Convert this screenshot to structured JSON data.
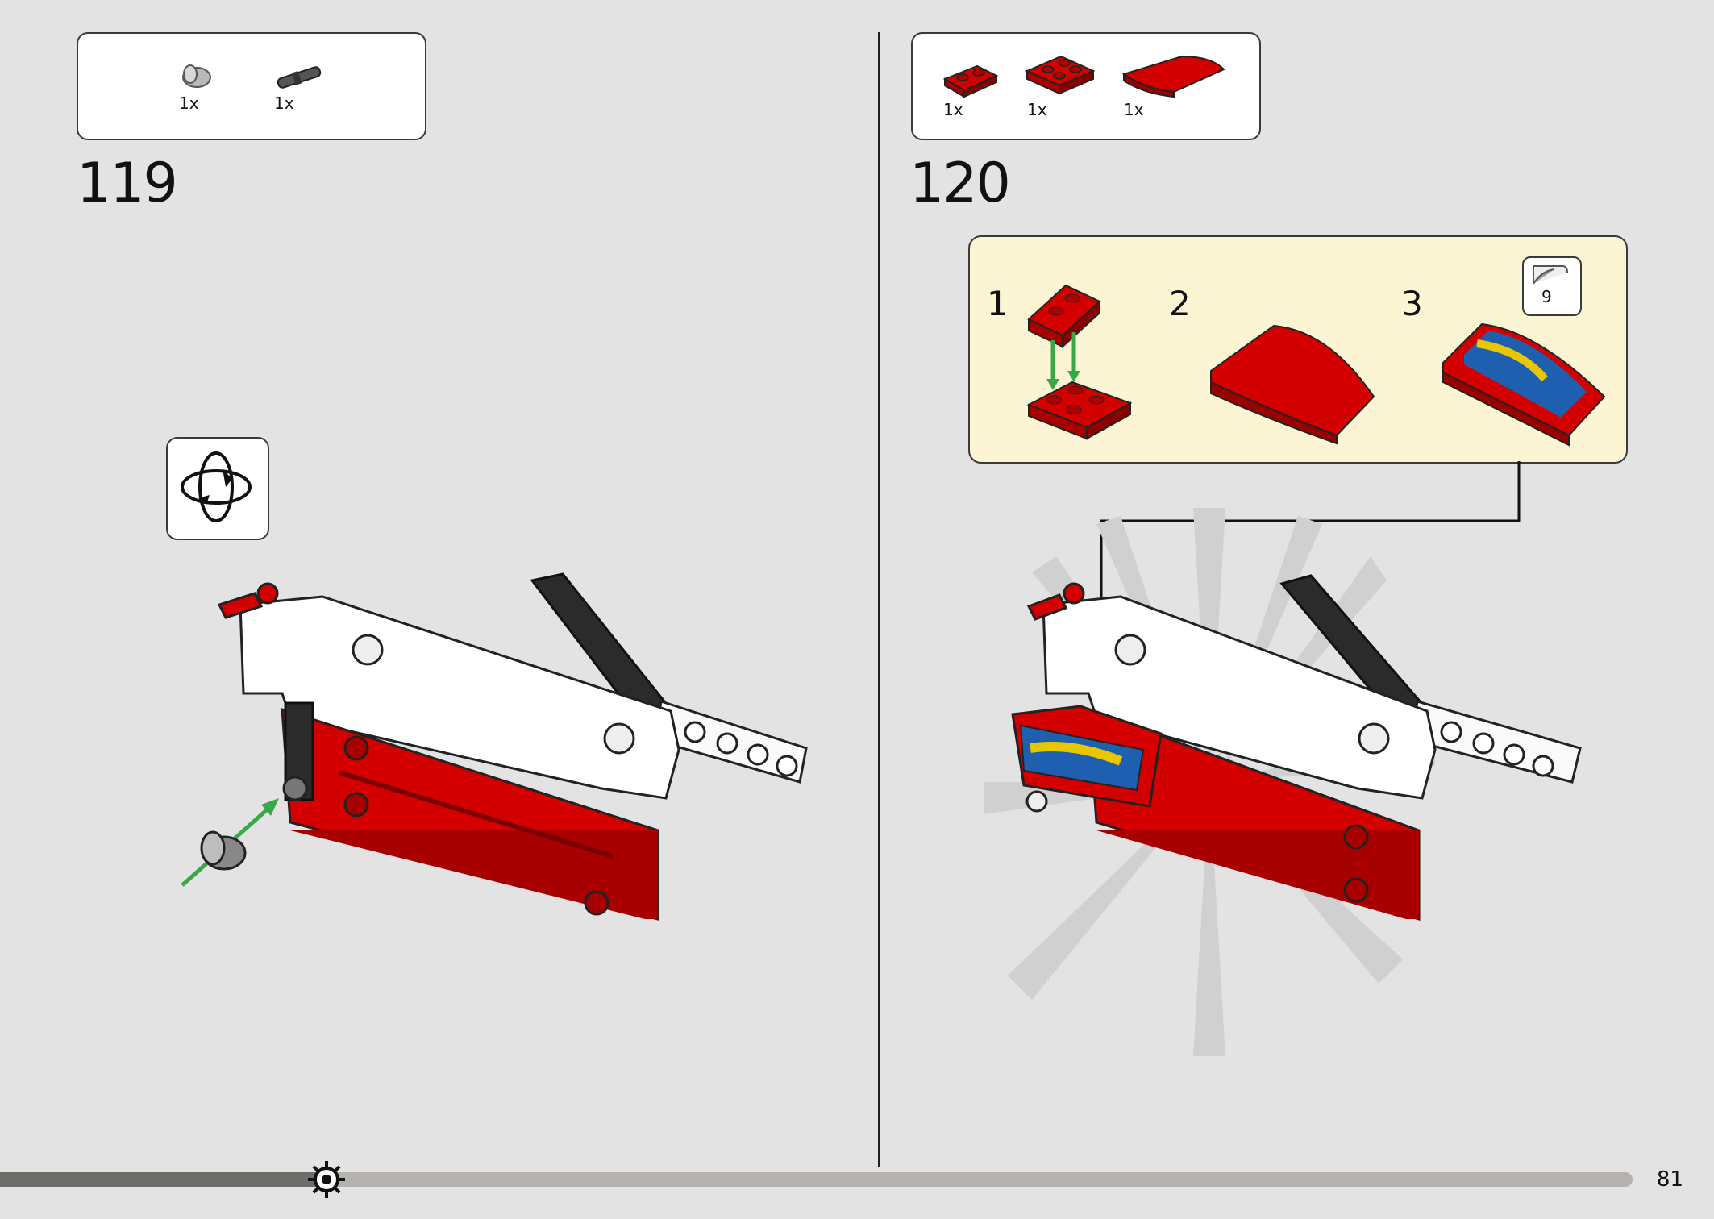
{
  "left_step": {
    "number": "119",
    "parts": [
      {
        "icon": "bush-icon",
        "qty": "1x"
      },
      {
        "icon": "axle-pin-icon",
        "qty": "1x"
      }
    ]
  },
  "right_step": {
    "number": "120",
    "parts": [
      {
        "icon": "red-plate-1x2-icon",
        "qty": "1x"
      },
      {
        "icon": "red-plate-2x2-icon",
        "qty": "1x"
      },
      {
        "icon": "red-curved-slope-icon",
        "qty": "1x"
      }
    ],
    "substeps": [
      "1",
      "2",
      "3"
    ],
    "sticker_number": "9"
  },
  "page_number": "81",
  "progress": 0.19,
  "colors": {
    "background": "#e3e3e3",
    "brick_red": "#d40000",
    "arrow_green": "#3aa84a",
    "callout_bg": "#fbf5d4"
  }
}
